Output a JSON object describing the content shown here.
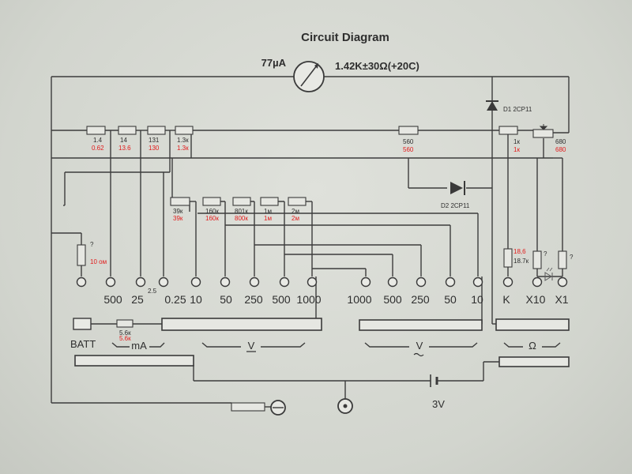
{
  "title": "Circuit Diagram",
  "meter": {
    "current": "77µA",
    "resistance": "1.42K±30Ω(+20C)"
  },
  "shunt_resistors": [
    {
      "print": "1.4",
      "hand": "0.62"
    },
    {
      "print": "14",
      "hand": "13.6"
    },
    {
      "print": "131",
      "hand": "130"
    },
    {
      "print": "1.3к",
      "hand": "1.3к"
    }
  ],
  "series_resistors": [
    {
      "print": "39к",
      "hand": "39к"
    },
    {
      "print": "160к",
      "hand": "160к"
    },
    {
      "print": "801к",
      "hand": "800к"
    },
    {
      "print": "1м",
      "hand": "1м"
    },
    {
      "print": "2м",
      "hand": "2м"
    }
  ],
  "right_resistors": {
    "r560": {
      "print": "560",
      "hand": "560"
    },
    "r1k": {
      "print": "1к",
      "hand": "1к"
    },
    "r680": {
      "print": "680",
      "hand": "680"
    },
    "r_k": {
      "print": "18.7к",
      "hand": "18,6"
    },
    "r_x10": "?",
    "r_x1": "?"
  },
  "unknown_resistor": {
    "print": "?",
    "hand": "10 ом"
  },
  "diodes": {
    "d1": "D1 2CP11",
    "d2": "D2 2CP11"
  },
  "small_label": "2.5",
  "terminal_labels": {
    "ma": [
      "500",
      "25",
      "0.25"
    ],
    "dcv": [
      "10",
      "50",
      "250",
      "500",
      "1000"
    ],
    "acv": [
      "1000",
      "500",
      "250",
      "50",
      "10"
    ],
    "ohm": [
      "K",
      "X10",
      "X1"
    ]
  },
  "batt": {
    "label": "BATT",
    "print": "5.6к",
    "hand": "5.6к"
  },
  "switch_labels": {
    "ma": "mA",
    "dcv": "V",
    "acv": "V",
    "ohm": "Ω"
  },
  "battery_voltage": "3V"
}
